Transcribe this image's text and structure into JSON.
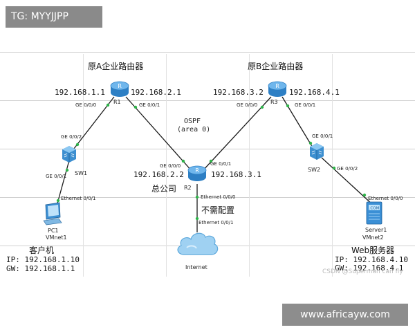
{
  "watermark_top": "TG: MYYJJPP",
  "watermark_bottom": "www.africayw.com",
  "csdn_mark": "CSDN @Superman can fly",
  "ospf": {
    "line1": "OSPF",
    "line2": "(area 0)"
  },
  "r1": {
    "title": "原A企业路由器",
    "name": "R1",
    "ip_left": "192.168.1.1",
    "ip_right": "192.168.2.1",
    "port_left": "GE 0/0/0",
    "port_right": "GE 0/0/1"
  },
  "r3": {
    "title": "原B企业路由器",
    "name": "R3",
    "ip_left": "192.168.3.2",
    "ip_right": "192.168.4.1",
    "port_left": "GE 0/0/0",
    "port_right": "GE 0/0/1"
  },
  "r2": {
    "name": "R2",
    "label": "总公司",
    "ip_left": "192.168.2.2",
    "ip_right": "192.168.3.1",
    "port_left": "GE 0/0/0",
    "port_right": "GE 0/0/1",
    "port_bottom": "Ethernet 0/0/0",
    "note": "不需配置"
  },
  "sw1": {
    "name": "SW1",
    "port_top": "GE 0/0/2",
    "port_bottom": "GE 0/0/1"
  },
  "sw2": {
    "name": "SW2",
    "port_top": "GE 0/0/1",
    "port_right": "GE 0/0/2"
  },
  "pc1": {
    "name": "PC1",
    "vmnet": "VMnet1",
    "port": "Ethernet 0/0/1",
    "caption": "客户机",
    "ip": "IP: 192.168.1.10",
    "gw": "GW: 192.168.1.1"
  },
  "server1": {
    "name": "Server1",
    "vmnet": "VMnet2",
    "port": "Ethernet 0/0/0",
    "caption": "Web服务器",
    "ip": "IP: 192.168.4.10",
    "gw": "GW: 192.168.4.1"
  },
  "internet": {
    "name": "Internet",
    "port": "Ethernet 0/0/1"
  }
}
